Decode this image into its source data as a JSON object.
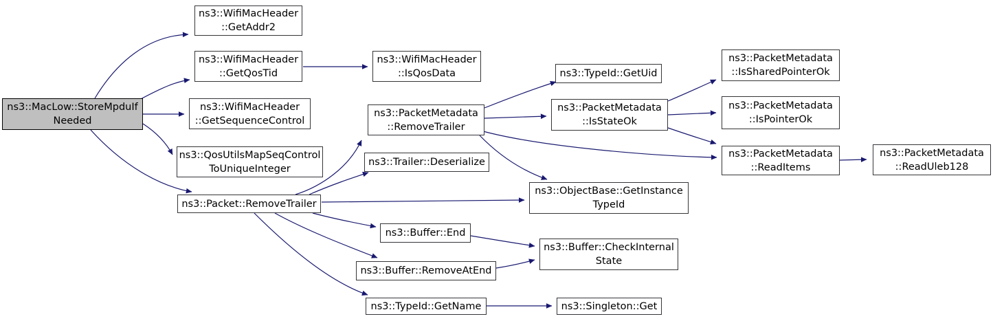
{
  "diagram": {
    "type": "call-graph",
    "root_function": "ns3::MacLow::StoreMpduIfNeeded",
    "colors": {
      "edge": "#191970",
      "node_border": "#35353a",
      "node_fill": "#ffffff",
      "highlight_fill": "#bfbfbf",
      "text": "#000000"
    },
    "nodes": {
      "store_mpdu_if_needed": {
        "line1": "ns3::MacLow::StoreMpduIf",
        "line2": "Needed",
        "highlighted": true
      },
      "get_addr2": {
        "line1": "ns3::WifiMacHeader",
        "line2": "::GetAddr2"
      },
      "get_qos_tid": {
        "line1": "ns3::WifiMacHeader",
        "line2": "::GetQosTid"
      },
      "get_sequence_control": {
        "line1": "ns3::WifiMacHeader",
        "line2": "::GetSequenceControl"
      },
      "qos_utils_map_seq": {
        "line1": "ns3::QosUtilsMapSeqControl",
        "line2": "ToUniqueInteger"
      },
      "packet_remove_trailer": {
        "line1": "ns3::Packet::RemoveTrailer"
      },
      "is_qos_data": {
        "line1": "ns3::WifiMacHeader",
        "line2": "::IsQosData"
      },
      "pm_remove_trailer": {
        "line1": "ns3::PacketMetadata",
        "line2": "::RemoveTrailer"
      },
      "trailer_deserialize": {
        "line1": "ns3::Trailer::Deserialize"
      },
      "type_id_get_uid": {
        "line1": "ns3::TypeId::GetUid"
      },
      "is_state_ok": {
        "line1": "ns3::PacketMetadata",
        "line2": "::IsStateOk"
      },
      "is_shared_pointer_ok": {
        "line1": "ns3::PacketMetadata",
        "line2": "::IsSharedPointerOk"
      },
      "is_pointer_ok": {
        "line1": "ns3::PacketMetadata",
        "line2": "::IsPointerOk"
      },
      "read_items": {
        "line1": "ns3::PacketMetadata",
        "line2": "::ReadItems"
      },
      "read_uleb128": {
        "line1": "ns3::PacketMetadata",
        "line2": "::ReadUleb128"
      },
      "get_instance_type_id": {
        "line1": "ns3::ObjectBase::GetInstance",
        "line2": "TypeId"
      },
      "buffer_end": {
        "line1": "ns3::Buffer::End"
      },
      "buffer_remove_at_end": {
        "line1": "ns3::Buffer::RemoveAtEnd"
      },
      "check_internal_state": {
        "line1": "ns3::Buffer::CheckInternal",
        "line2": "State"
      },
      "type_id_get_name": {
        "line1": "ns3::TypeId::GetName"
      },
      "singleton_get": {
        "line1": "ns3::Singleton::Get"
      }
    },
    "edges": [
      {
        "from": "store_mpdu_if_needed",
        "to": "get_addr2"
      },
      {
        "from": "store_mpdu_if_needed",
        "to": "get_qos_tid"
      },
      {
        "from": "store_mpdu_if_needed",
        "to": "get_sequence_control"
      },
      {
        "from": "store_mpdu_if_needed",
        "to": "qos_utils_map_seq"
      },
      {
        "from": "store_mpdu_if_needed",
        "to": "packet_remove_trailer"
      },
      {
        "from": "get_qos_tid",
        "to": "is_qos_data"
      },
      {
        "from": "packet_remove_trailer",
        "to": "pm_remove_trailer"
      },
      {
        "from": "packet_remove_trailer",
        "to": "trailer_deserialize"
      },
      {
        "from": "packet_remove_trailer",
        "to": "get_instance_type_id"
      },
      {
        "from": "packet_remove_trailer",
        "to": "buffer_end"
      },
      {
        "from": "packet_remove_trailer",
        "to": "buffer_remove_at_end"
      },
      {
        "from": "packet_remove_trailer",
        "to": "type_id_get_name"
      },
      {
        "from": "pm_remove_trailer",
        "to": "type_id_get_uid"
      },
      {
        "from": "pm_remove_trailer",
        "to": "is_state_ok"
      },
      {
        "from": "pm_remove_trailer",
        "to": "read_items"
      },
      {
        "from": "pm_remove_trailer",
        "to": "get_instance_type_id"
      },
      {
        "from": "is_state_ok",
        "to": "is_shared_pointer_ok"
      },
      {
        "from": "is_state_ok",
        "to": "is_pointer_ok"
      },
      {
        "from": "is_state_ok",
        "to": "read_items"
      },
      {
        "from": "buffer_end",
        "to": "check_internal_state"
      },
      {
        "from": "buffer_remove_at_end",
        "to": "check_internal_state"
      },
      {
        "from": "type_id_get_name",
        "to": "singleton_get"
      },
      {
        "from": "read_items",
        "to": "read_uleb128"
      }
    ]
  }
}
